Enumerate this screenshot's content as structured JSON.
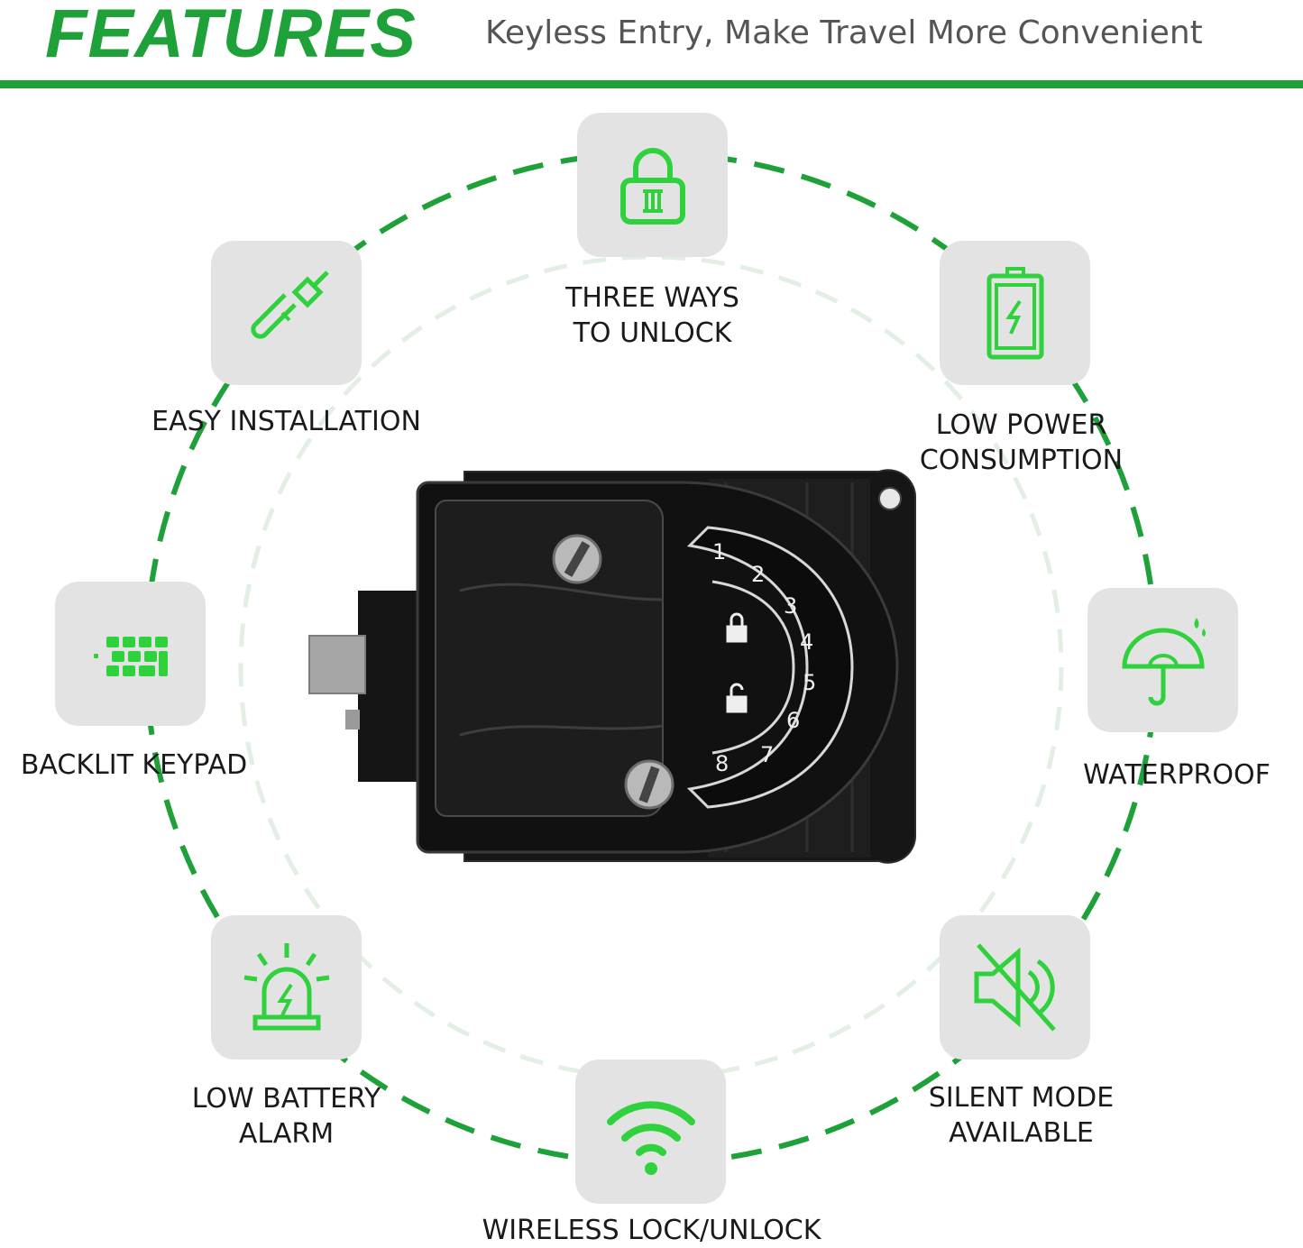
{
  "header": {
    "title": "FEATURES",
    "subtitle": "Keyless Entry, Make Travel More Convenient"
  },
  "colors": {
    "accent": "#1fa13a",
    "icon_green": "#2fd13c",
    "tile_bg": "#e3e3e3",
    "text": "#1a1a1a"
  },
  "features": {
    "three_ways": {
      "line1": "THREE WAYS",
      "line2": "TO UNLOCK",
      "icon": "padlock-icon"
    },
    "low_power": {
      "line1": "LOW POWER",
      "line2": "CONSUMPTION",
      "icon": "battery-icon"
    },
    "waterproof": {
      "line1": "WATERPROOF",
      "icon": "umbrella-icon"
    },
    "silent_mode": {
      "line1": "SILENT MODE",
      "line2": "AVAILABLE",
      "icon": "muted-speaker-icon"
    },
    "wireless": {
      "line1": "WIRELESS LOCK/UNLOCK",
      "icon": "wifi-icon"
    },
    "low_battery": {
      "line1": "LOW BATTERY",
      "line2": "ALARM",
      "icon": "alarm-light-icon"
    },
    "backlit_keypad": {
      "line1": "BACKLIT KEYPAD",
      "icon": "keyboard-icon"
    },
    "easy_install": {
      "line1": "EASY INSTALLATION",
      "icon": "screwdriver-icon"
    }
  },
  "lock": {
    "keypad_keys": [
      "1",
      "2",
      "3",
      "4",
      "5",
      "6",
      "7",
      "8"
    ]
  }
}
